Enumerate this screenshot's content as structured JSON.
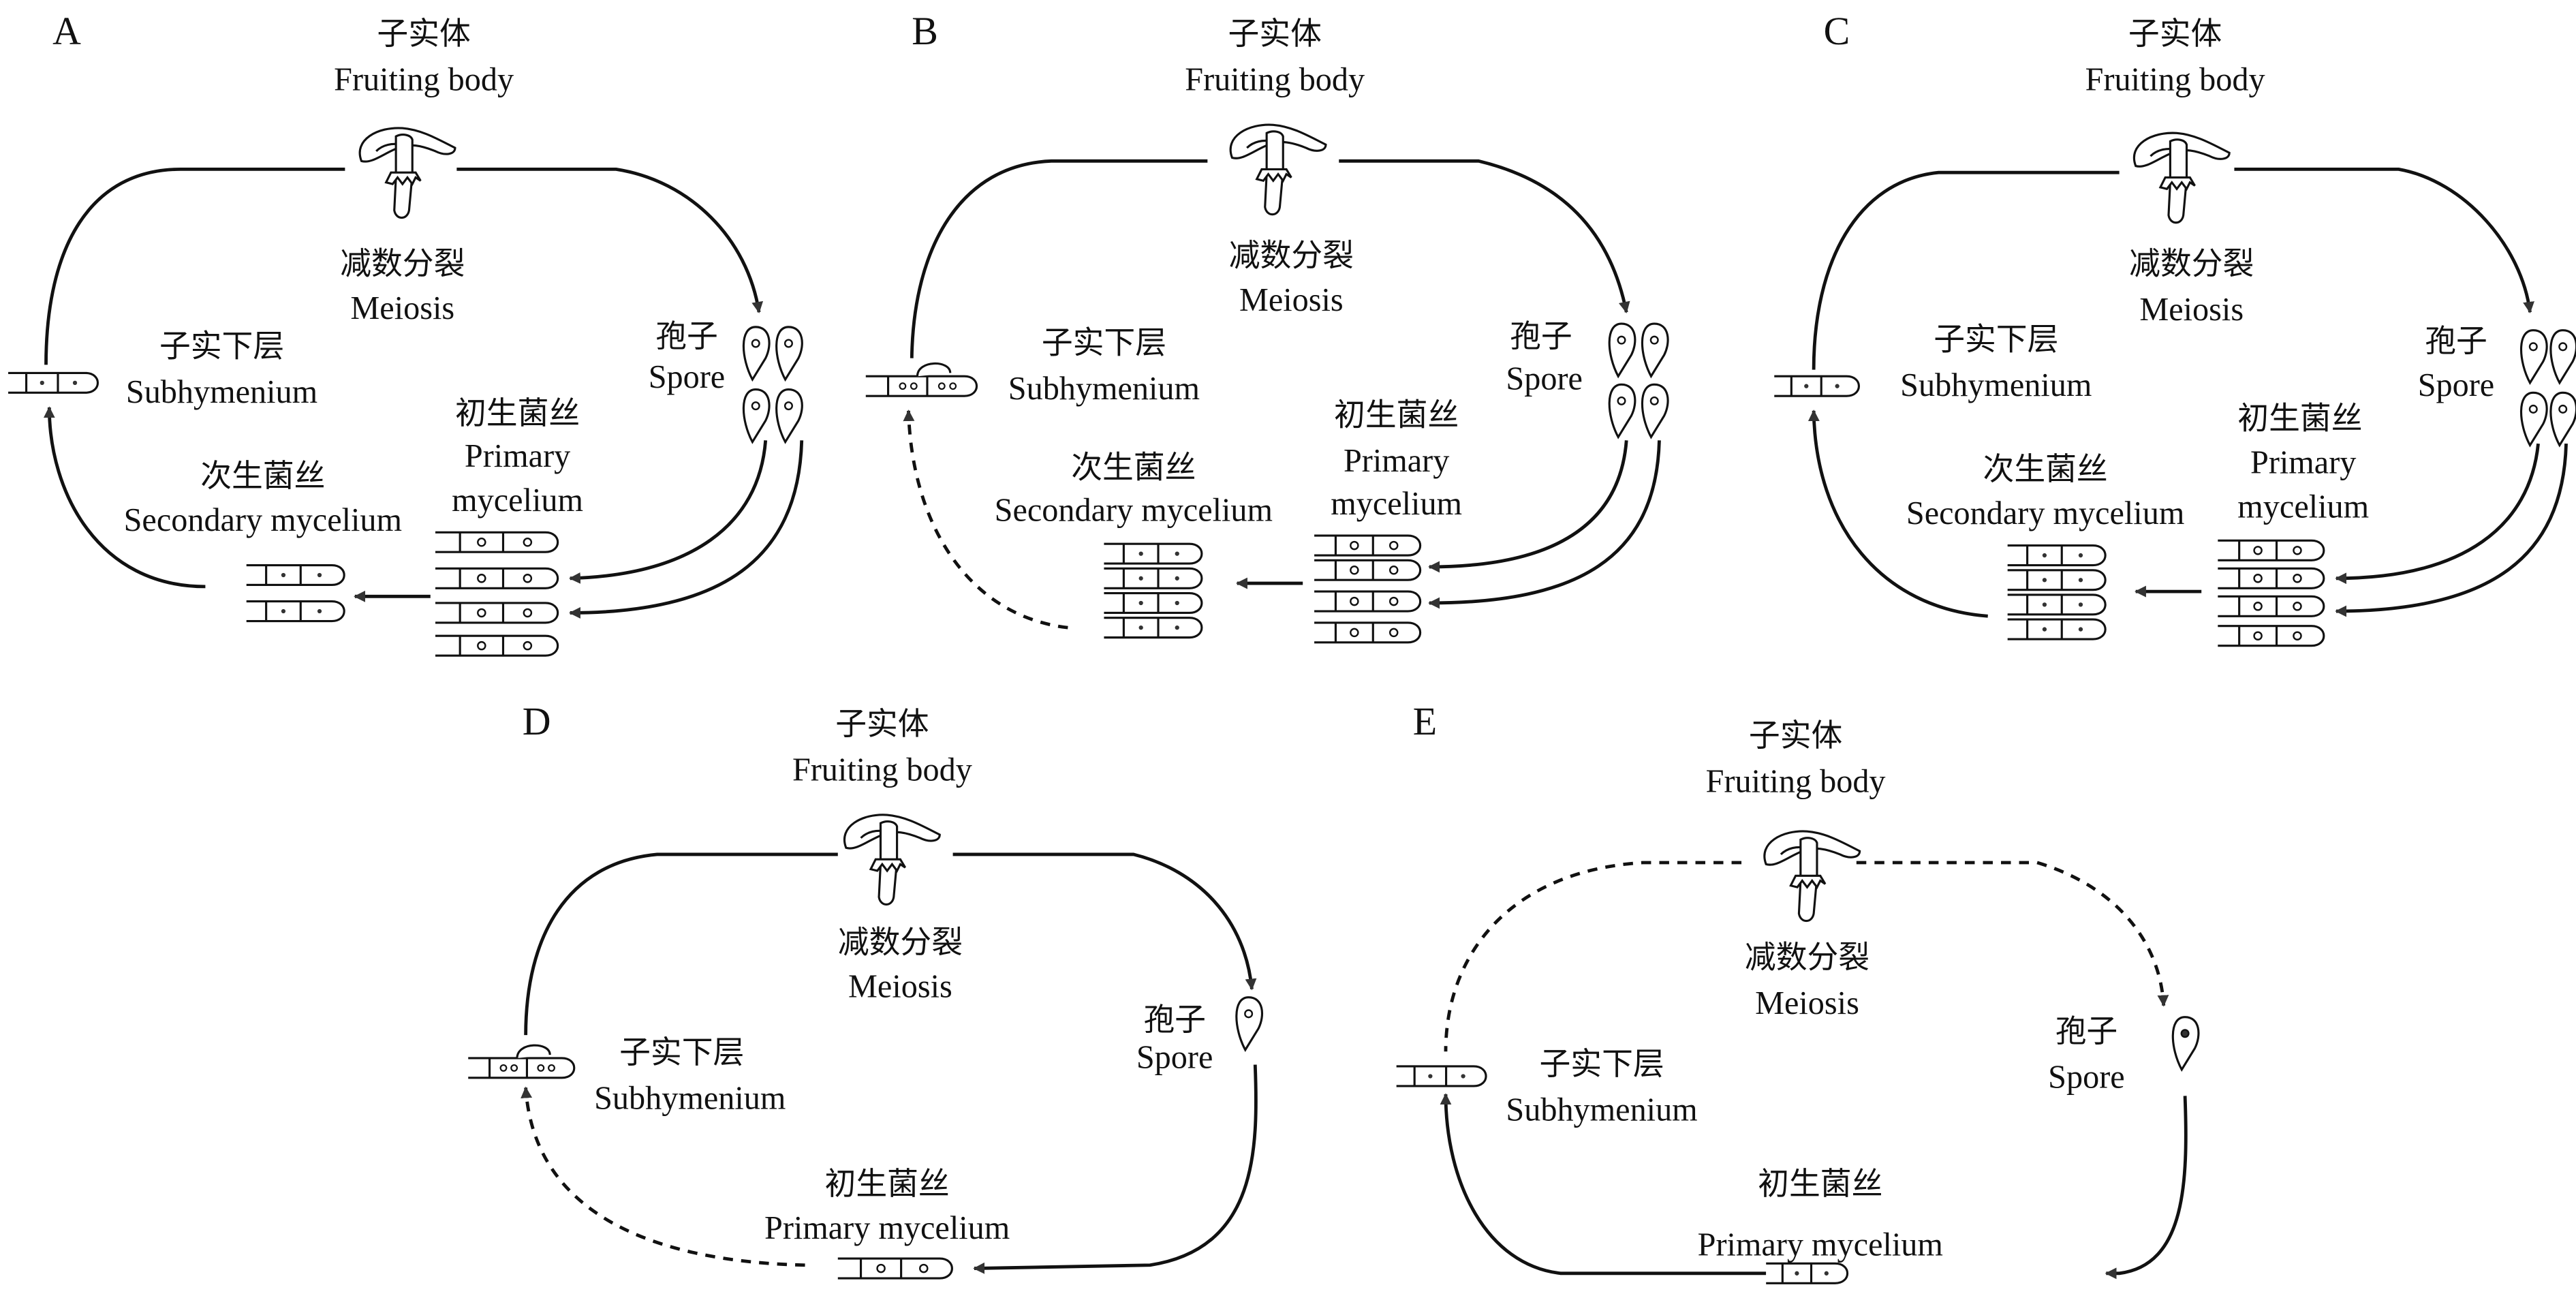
{
  "figure": {
    "arrow_color": "#333333",
    "line_color": "#111111",
    "panels": [
      {
        "letter": "A",
        "fruiting_zh": "子实体",
        "fruiting_en": "Fruiting body",
        "meiosis_zh": "减数分裂",
        "meiosis_en": "Meiosis",
        "subhymenium_zh": "子实下层",
        "subhymenium_en": "Subhymenium",
        "spore_zh": "孢子",
        "spore_en": "Spore",
        "primary_zh": "初生菌丝",
        "primary_en_1": "Primary",
        "primary_en_2": "mycelium",
        "secondary_zh": "次生菌丝",
        "secondary_en": "Secondary mycelium"
      },
      {
        "letter": "B",
        "fruiting_zh": "子实体",
        "fruiting_en": "Fruiting body",
        "meiosis_zh": "减数分裂",
        "meiosis_en": "Meiosis",
        "subhymenium_zh": "子实下层",
        "subhymenium_en": "Subhymenium",
        "spore_zh": "孢子",
        "spore_en": "Spore",
        "primary_zh": "初生菌丝",
        "primary_en_1": "Primary",
        "primary_en_2": "mycelium",
        "secondary_zh": "次生菌丝",
        "secondary_en": "Secondary mycelium"
      },
      {
        "letter": "C",
        "fruiting_zh": "子实体",
        "fruiting_en": "Fruiting body",
        "meiosis_zh": "减数分裂",
        "meiosis_en": "Meiosis",
        "subhymenium_zh": "子实下层",
        "subhymenium_en": "Subhymenium",
        "spore_zh": "孢子",
        "spore_en": "Spore",
        "primary_zh": "初生菌丝",
        "primary_en_1": "Primary",
        "primary_en_2": "mycelium",
        "secondary_zh": "次生菌丝",
        "secondary_en": "Secondary mycelium"
      },
      {
        "letter": "D",
        "fruiting_zh": "子实体",
        "fruiting_en": "Fruiting body",
        "meiosis_zh": "减数分裂",
        "meiosis_en": "Meiosis",
        "subhymenium_zh": "子实下层",
        "subhymenium_en": "Subhymenium",
        "spore_zh": "孢子",
        "spore_en": "Spore",
        "primary_zh": "初生菌丝",
        "primary_en": "Primary mycelium"
      },
      {
        "letter": "E",
        "fruiting_zh": "子实体",
        "fruiting_en": "Fruiting body",
        "meiosis_zh": "减数分裂",
        "meiosis_en": "Meiosis",
        "subhymenium_zh": "子实下层",
        "subhymenium_en": "Subhymenium",
        "spore_zh": "孢子",
        "spore_en": "Spore",
        "primary_zh": "初生菌丝",
        "primary_en": "Primary mycelium"
      }
    ]
  }
}
